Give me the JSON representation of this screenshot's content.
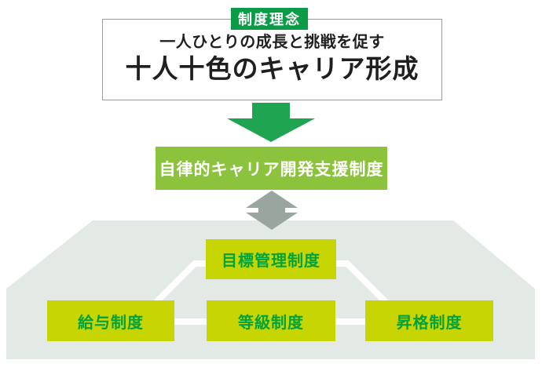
{
  "diagram": {
    "badge": "制度理念",
    "philosophy": {
      "subtitle": "一人ひとりの成長と挑戦を促す",
      "title": "十人十色のキャリア形成"
    },
    "support_label": "自律的キャリア開発支援制度",
    "nodes": {
      "goal": {
        "label": "目標管理制度"
      },
      "salary": {
        "label": "給与制度"
      },
      "grade": {
        "label": "等級制度"
      },
      "promotion": {
        "label": "昇格制度"
      }
    },
    "icons": {
      "flow_down": "green-down-arrow",
      "exchange": "gray-up-down-arrow"
    },
    "colors": {
      "badge_green": "#0a9b46",
      "arrow_green": "#1fa551",
      "support_green": "#8cc33c",
      "node_yellow": "#c7d502",
      "node_text_green": "#00a33e",
      "gray_arrow": "#9aa5a0",
      "platform_bg": "#e3e9e5",
      "connector_white": "#ffffff",
      "box_border": "#9a9a9a",
      "title_text": "#1f1f1f"
    }
  }
}
